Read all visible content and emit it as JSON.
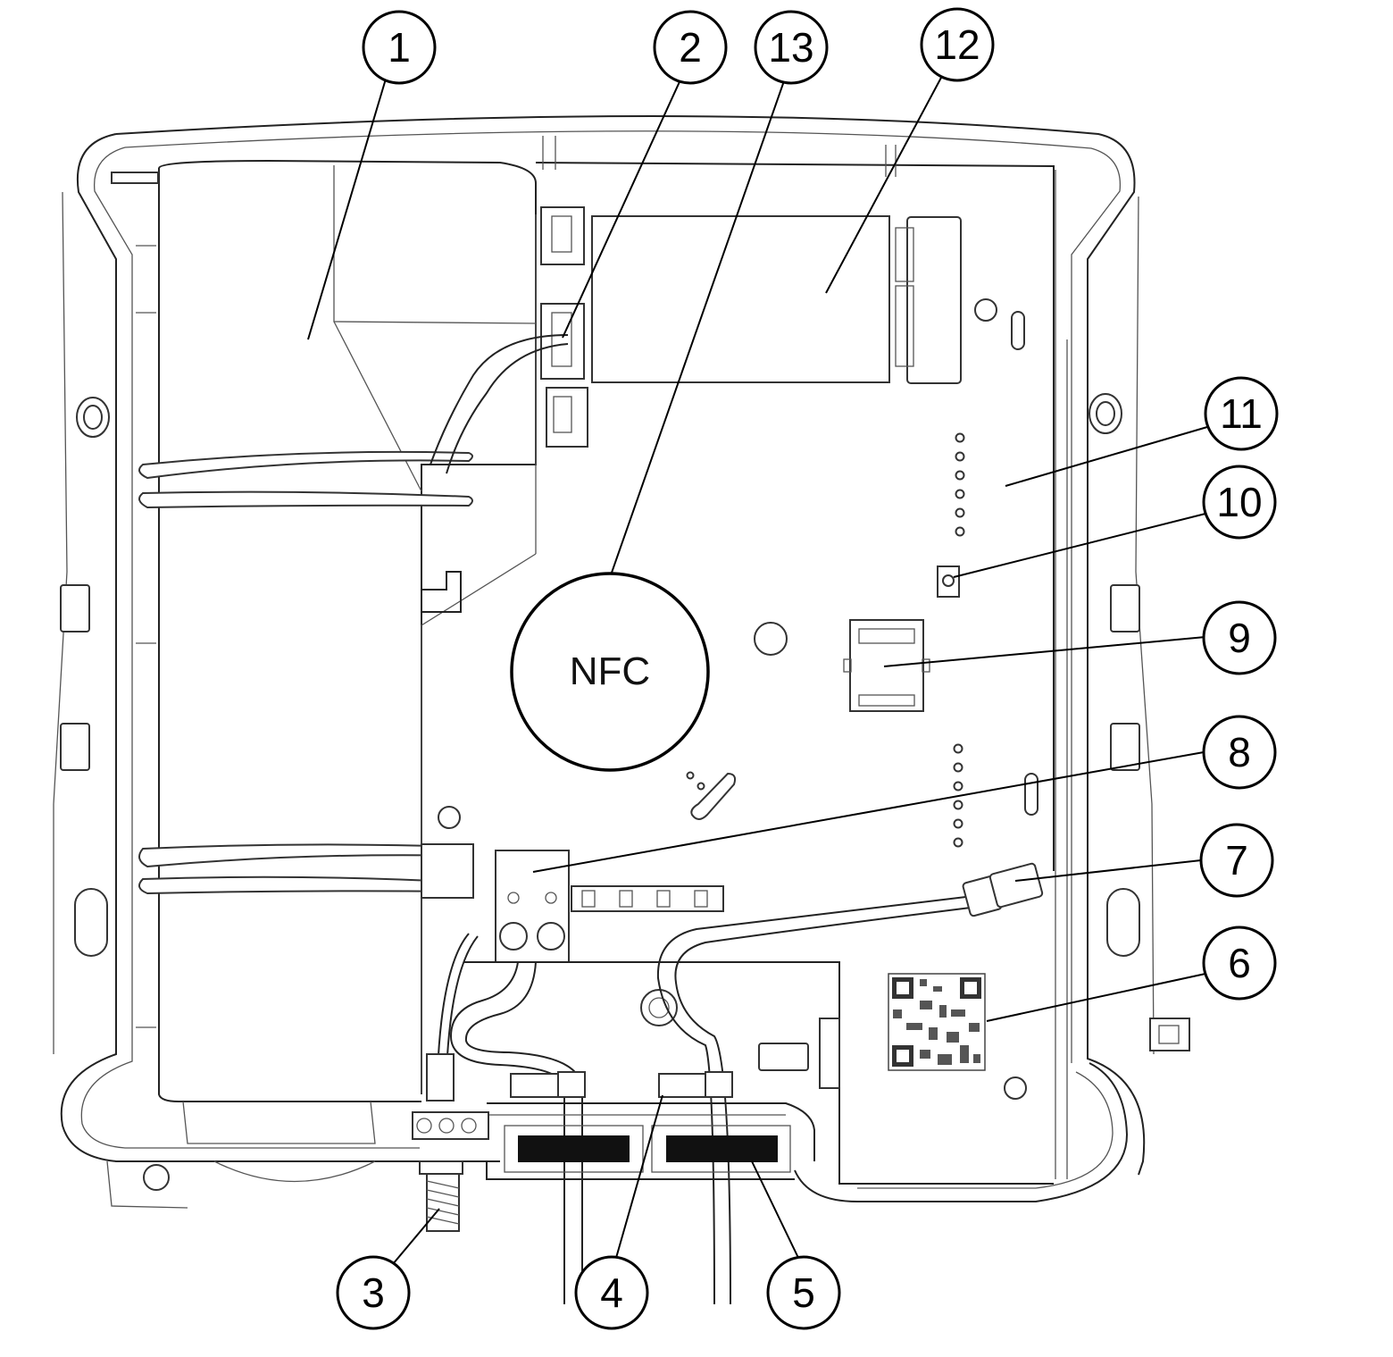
{
  "nfc_label": "NFC",
  "callouts": [
    {
      "id": "1",
      "label": "1"
    },
    {
      "id": "2",
      "label": "2"
    },
    {
      "id": "13",
      "label": "13"
    },
    {
      "id": "12",
      "label": "12"
    },
    {
      "id": "11",
      "label": "11"
    },
    {
      "id": "10",
      "label": "10"
    },
    {
      "id": "9",
      "label": "9"
    },
    {
      "id": "8",
      "label": "8"
    },
    {
      "id": "7",
      "label": "7"
    },
    {
      "id": "6",
      "label": "6"
    },
    {
      "id": "3",
      "label": "3"
    },
    {
      "id": "4",
      "label": "4"
    },
    {
      "id": "5",
      "label": "5"
    }
  ]
}
